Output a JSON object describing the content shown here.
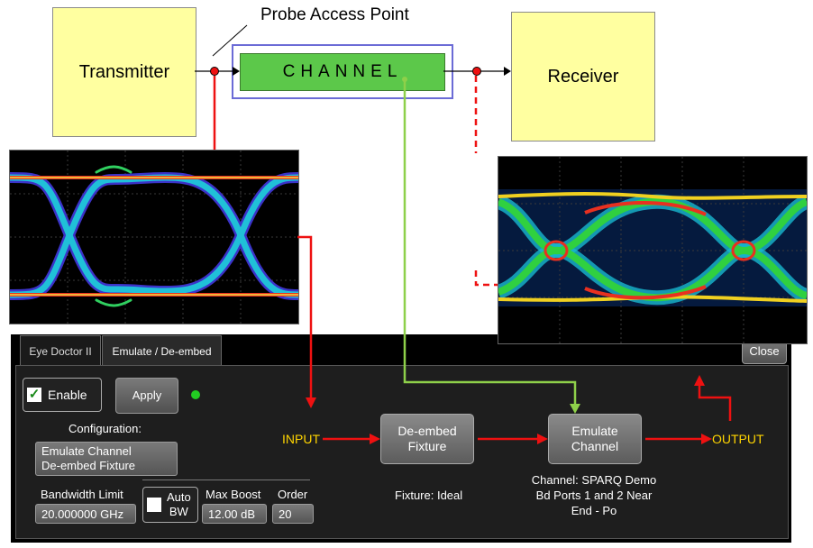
{
  "diagram": {
    "transmitter": "Transmitter",
    "channel": "CHANNEL",
    "receiver": "Receiver",
    "probe_label": "Probe Access Point"
  },
  "dialog": {
    "tabs": [
      {
        "label": "Eye Doctor II",
        "active": false
      },
      {
        "label": "Emulate / De-embed",
        "active": true
      }
    ],
    "enable_label": "Enable",
    "enable_checked": true,
    "apply_label": "Apply",
    "status_indicator_color": "#22cc22",
    "configuration_label": "Configuration:",
    "configuration_lines": [
      "Emulate Channel",
      "De-embed Fixture"
    ],
    "bandwidth_limit_label": "Bandwidth Limit",
    "bandwidth_limit_value": "20.000000 GHz",
    "auto_bw_label_1": "Auto",
    "auto_bw_label_2": "BW",
    "auto_bw_checked": false,
    "max_boost_label": "Max Boost",
    "max_boost_value": "12.00 dB",
    "order_label": "Order",
    "order_value": "20",
    "close_label": "Close",
    "flow": {
      "input_label": "INPUT",
      "deembed_line1": "De-embed",
      "deembed_line2": "Fixture",
      "emulate_line1": "Emulate",
      "emulate_line2": "Channel",
      "output_label": "OUTPUT",
      "fixture_caption": "Fixture: Ideal",
      "channel_caption_1": "Channel: SPARQ Demo",
      "channel_caption_2": "Bd Ports 1 and 2 Near",
      "channel_caption_3": "End - Po"
    }
  },
  "colors": {
    "red_signal": "#ee1111",
    "green_signal": "#8ed04a",
    "input_output_text": "#ffd400"
  }
}
